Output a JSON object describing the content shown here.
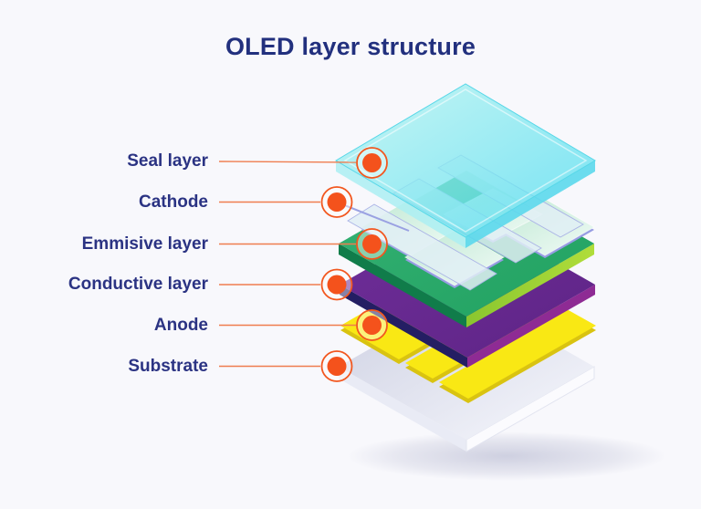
{
  "title": "OLED layer structure",
  "labels": [
    {
      "id": "seal",
      "text": "Seal layer"
    },
    {
      "id": "cathode",
      "text": "Cathode"
    },
    {
      "id": "emissive",
      "text": "Emmisive layer"
    },
    {
      "id": "conductive",
      "text": "Conductive layer"
    },
    {
      "id": "anode",
      "text": "Anode"
    },
    {
      "id": "substrate",
      "text": "Substrate"
    }
  ],
  "diagram": {
    "type": "exploded-isometric-stack",
    "layers": [
      {
        "name": "Seal layer",
        "color": "#7ee9f2",
        "style": "translucent glass slab"
      },
      {
        "name": "Cathode",
        "color": "#e4f1f5",
        "style": "three translucent strips"
      },
      {
        "name": "Emmisive layer",
        "color": "#2aa968",
        "style": "green slab with four glass windows"
      },
      {
        "name": "Conductive layer",
        "color": "#682a90",
        "style": "purple slab"
      },
      {
        "name": "Anode",
        "color": "#f9e814",
        "style": "three yellow strips"
      },
      {
        "name": "Substrate",
        "color": "#dcdeeb",
        "style": "light grey slab with shadow"
      }
    ],
    "marker_color": "#f4521c",
    "leader_line_color": "#ef7d4f",
    "text_color": "#2b3383",
    "background_color": "#f8f8fc"
  }
}
